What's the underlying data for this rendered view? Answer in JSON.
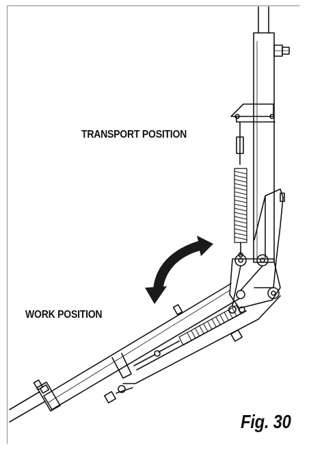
{
  "labels": {
    "transport": "TRANSPORT POSITION",
    "work": "WORK POSITION",
    "figure": "Fig. 30"
  },
  "colors": {
    "line": "#111111",
    "frame": "#888888",
    "arrow": "#1a1a1a"
  },
  "icons": {
    "motion": "curved-double-arrow"
  }
}
